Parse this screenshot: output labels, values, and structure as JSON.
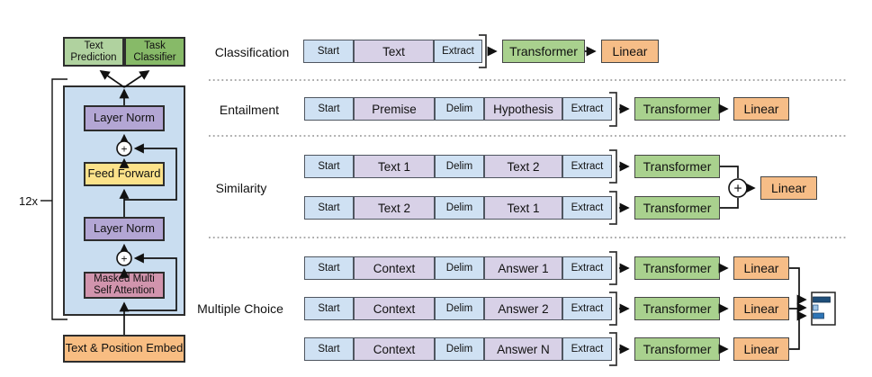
{
  "model": {
    "prediction_head": "Text Prediction",
    "classifier_head": "Task Classifier",
    "repeat_label": "12x",
    "layer_norm_top": "Layer Norm",
    "feed_forward": "Feed Forward",
    "layer_norm_bottom": "Layer Norm",
    "masked_attention": "Masked Multi Self Attention",
    "embedding": "Text & Position Embed",
    "residual_symbol": "+"
  },
  "tasks": {
    "classification": {
      "label": "Classification",
      "tokens": [
        "Start",
        "Text",
        "Extract"
      ],
      "transformer": "Transformer",
      "linear": "Linear"
    },
    "entailment": {
      "label": "Entailment",
      "tokens": [
        "Start",
        "Premise",
        "Delim",
        "Hypothesis",
        "Extract"
      ],
      "transformer": "Transformer",
      "linear": "Linear"
    },
    "similarity": {
      "label": "Similarity",
      "row1": [
        "Start",
        "Text 1",
        "Delim",
        "Text 2",
        "Extract"
      ],
      "row2": [
        "Start",
        "Text 2",
        "Delim",
        "Text 1",
        "Extract"
      ],
      "transformer": "Transformer",
      "combine_symbol": "+",
      "linear": "Linear"
    },
    "multiple_choice": {
      "label": "Multiple Choice",
      "rows": [
        [
          "Start",
          "Context",
          "Delim",
          "Answer 1",
          "Extract"
        ],
        [
          "Start",
          "Context",
          "Delim",
          "Answer 2",
          "Extract"
        ],
        [
          "Start",
          "Context",
          "Delim",
          "Answer N",
          "Extract"
        ]
      ],
      "transformer": "Transformer",
      "linear": "Linear"
    }
  },
  "colors": {
    "token_blue": "#cfe1f3",
    "token_purple": "#d8d1e7",
    "transformer_green": "#a9d18e",
    "linear_orange": "#f6bd87",
    "model_container_blue": "#c9ddf0",
    "layer_norm_purple": "#b3a6d4",
    "feed_forward_yellow": "#fce28a",
    "attention_pink": "#d194ad",
    "embed_orange": "#f8bd82",
    "prediction_green": "#b0d29f",
    "classifier_green": "#87ba68",
    "score_bar_dark": "#1f4e79",
    "score_bar_light": "#9dc3e6",
    "score_bar_mid": "#2e75b6"
  }
}
